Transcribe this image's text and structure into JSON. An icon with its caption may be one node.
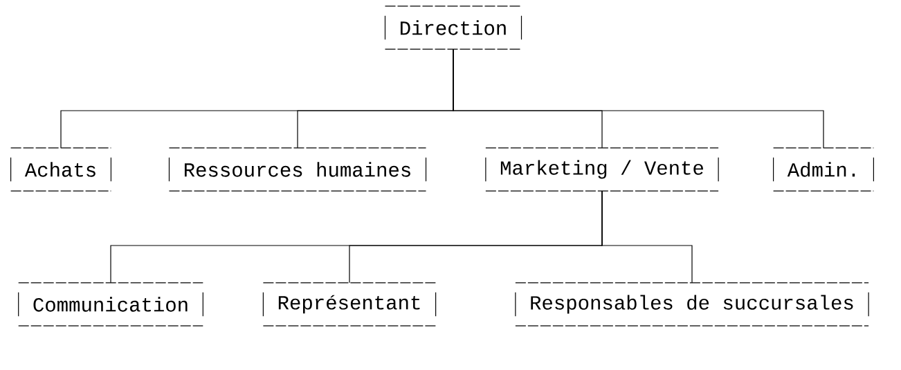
{
  "diagram": {
    "nodes": [
      {
        "text": [
          "Direction"
        ]
      },
      {
        "text": [
          "Achats"
        ]
      },
      {
        "text": [
          "Ressources humaines"
        ]
      },
      {
        "text": [
          "Marketing / Vente"
        ]
      },
      {
        "text": [
          "Admin."
        ]
      },
      {
        "text": [
          "Communication"
        ]
      },
      {
        "text": [
          "Représentant"
        ]
      },
      {
        "text": [
          "Responsables de succursales"
        ]
      }
    ],
    "edges": [
      {
        "from": 0,
        "to": 1,
        "arrow": "none"
      },
      {
        "from": 0,
        "to": 2,
        "arrow": "none"
      },
      {
        "from": 0,
        "to": 3,
        "arrow": "none"
      },
      {
        "from": 0,
        "to": 4,
        "arrow": "none"
      },
      {
        "from": 3,
        "to": 5,
        "arrow": "none"
      },
      {
        "from": 3,
        "to": 6,
        "arrow": "none"
      },
      {
        "from": 3,
        "to": 7,
        "arrow": "none"
      }
    ]
  }
}
